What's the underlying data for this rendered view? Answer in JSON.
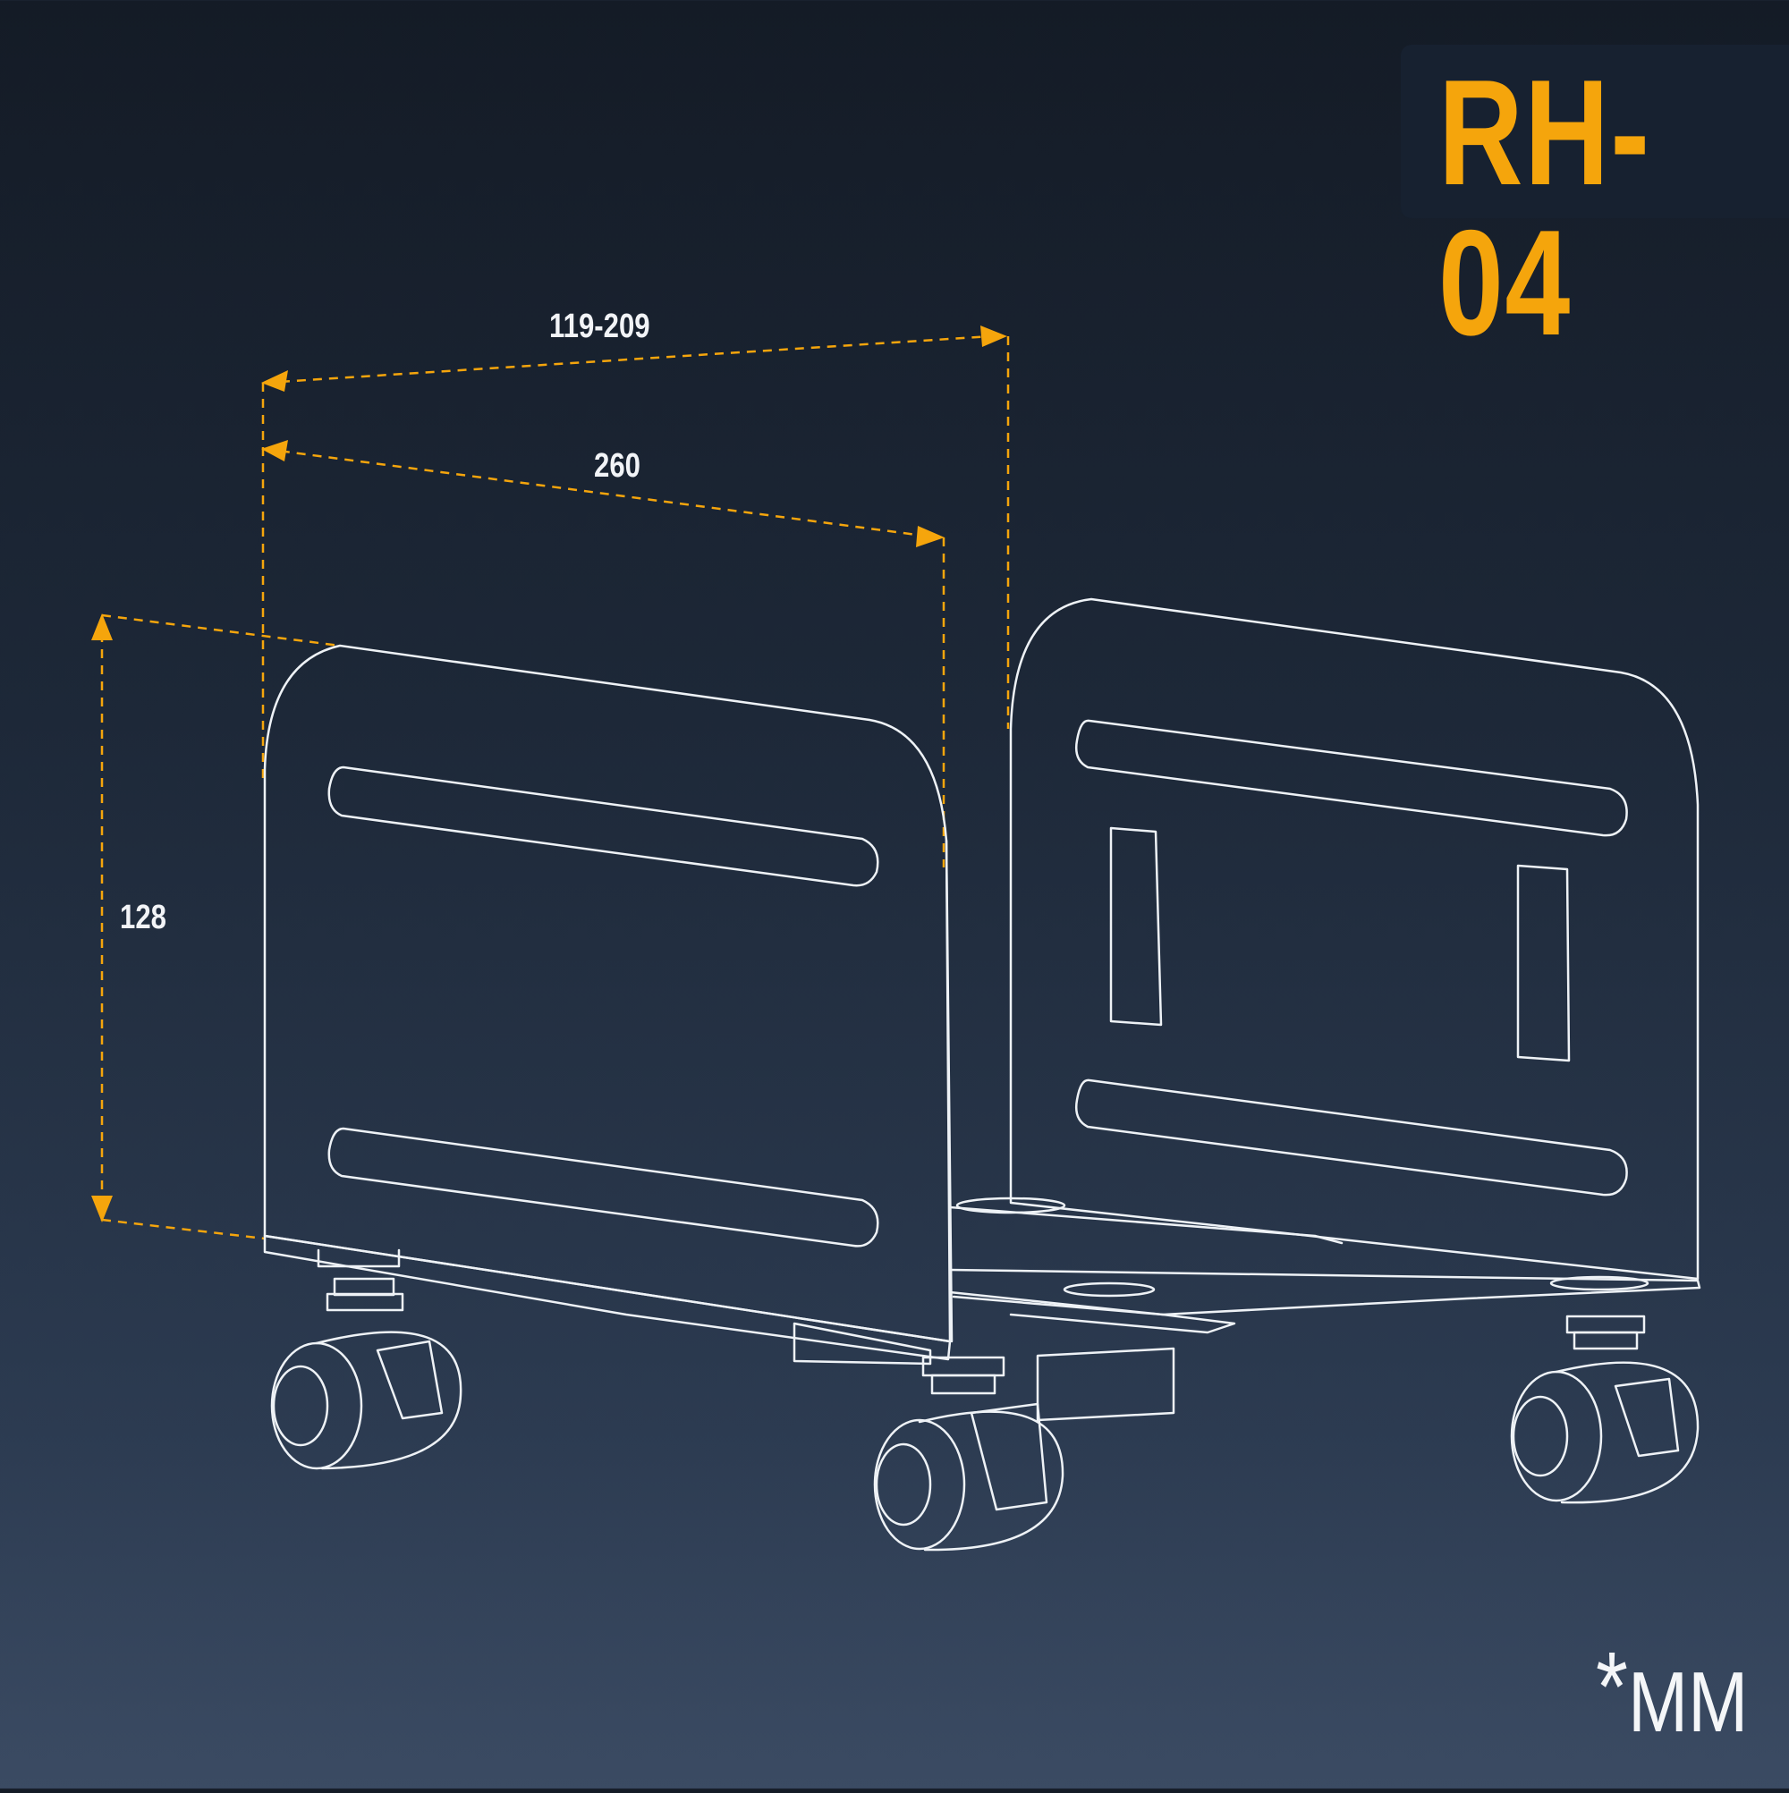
{
  "model": {
    "code": "RH-04"
  },
  "dimensions": {
    "adjustable_width": "119-209",
    "length": "260",
    "height": "128"
  },
  "unit_note": {
    "symbol": "*",
    "unit": "MM"
  },
  "colors": {
    "accent": "#f5a50c",
    "line": "#eef2f6",
    "background_top": "#141b26",
    "background_bottom": "#3b4b63"
  }
}
